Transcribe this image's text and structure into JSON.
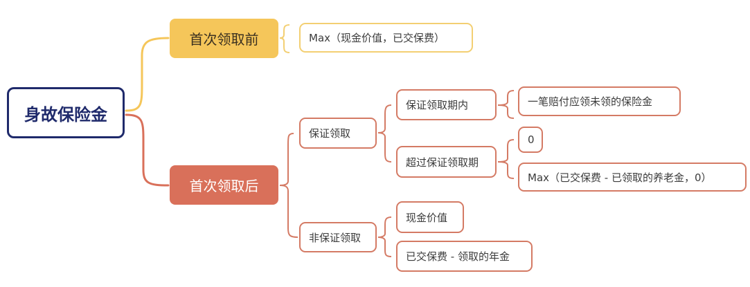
{
  "root": "身故保险金",
  "before": {
    "label": "首次领取前",
    "result": "Max（现金价值，已交保费）"
  },
  "after": {
    "label": "首次领取后",
    "guaranteed": {
      "label": "保证领取",
      "within": {
        "label": "保证领取期内",
        "result": "一笔赔付应领未领的保险金"
      },
      "beyond": {
        "label": "超过保证领取期",
        "results": [
          "0",
          "Max（已交保费 - 已领取的养老金，0）"
        ]
      }
    },
    "non_guaranteed": {
      "label": "非保证领取",
      "results": [
        "现金价值",
        "已交保费 - 领取的年金"
      ]
    }
  },
  "colors": {
    "root": "#1f2a6b",
    "yellow": "#f5c65a",
    "red": "#d9705a"
  }
}
